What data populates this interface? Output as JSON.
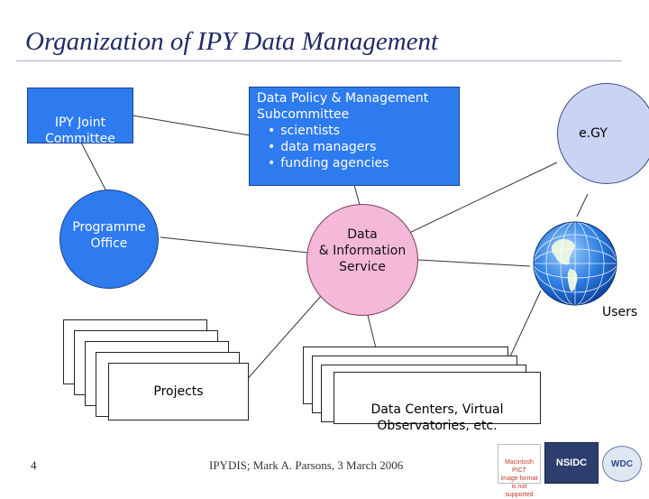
{
  "title": "Organization of IPY Data Management",
  "nodes": {
    "joint_committee": "IPY Joint\nCommittee",
    "policy": {
      "heading": "Data Policy & Management\nSubcommittee",
      "bullets": [
        "scientists",
        "data managers",
        "funding agencies"
      ]
    },
    "egy": "e.GY",
    "programme_office": "Programme\nOffice",
    "dis": "Data\n& Information\nService",
    "users": "Users",
    "projects": "Projects",
    "data_centers": "Data Centers, Virtual\nObservatories, etc."
  },
  "footer": {
    "page_number": "4",
    "credit": "IPYDIS; Mark A. Parsons, 3 March 2006"
  },
  "logos": {
    "placeholder": "Macintosh PICT\nimage format\nis not supported",
    "nsidc": "NSIDC",
    "wdc": "WDC"
  },
  "colors": {
    "blue_box": "#2e7bf0",
    "pink_circle": "#f4b8d8",
    "egy_circle": "#c9d4f2",
    "title": "#1f2a66"
  }
}
